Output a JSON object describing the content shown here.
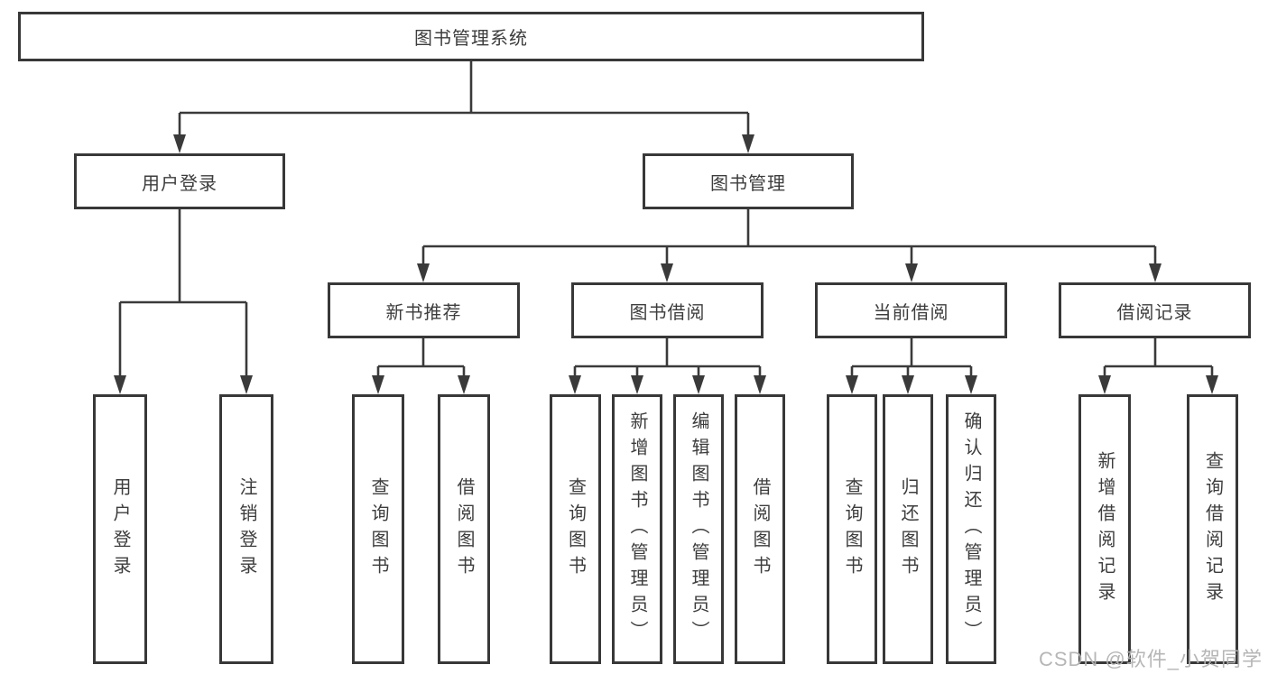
{
  "nodes": {
    "root": "图书管理系统",
    "level2": {
      "user_login": "用户登录",
      "book_management": "图书管理"
    },
    "level3": {
      "new_book_recommend": "新书推荐",
      "book_borrow": "图书借阅",
      "current_borrow": "当前借阅",
      "borrow_records": "借阅记录"
    },
    "leaves": [
      "用户登录",
      "注销登录",
      "查询图书",
      "借阅图书",
      "查询图书",
      "新增图书（管理员）",
      "编辑图书（管理员）",
      "借阅图书",
      "查询图书",
      "归还图书",
      "确认归还（管理员）",
      "新增借阅记录",
      "查询借阅记录"
    ]
  },
  "watermark": "CSDN @软件_小贺同学",
  "colors": {
    "line": "#3a3a3a",
    "box_border": "#383838",
    "box_fill": "#ffffff",
    "text": "#3d3d3d",
    "watermark": "#b2b2b2"
  }
}
